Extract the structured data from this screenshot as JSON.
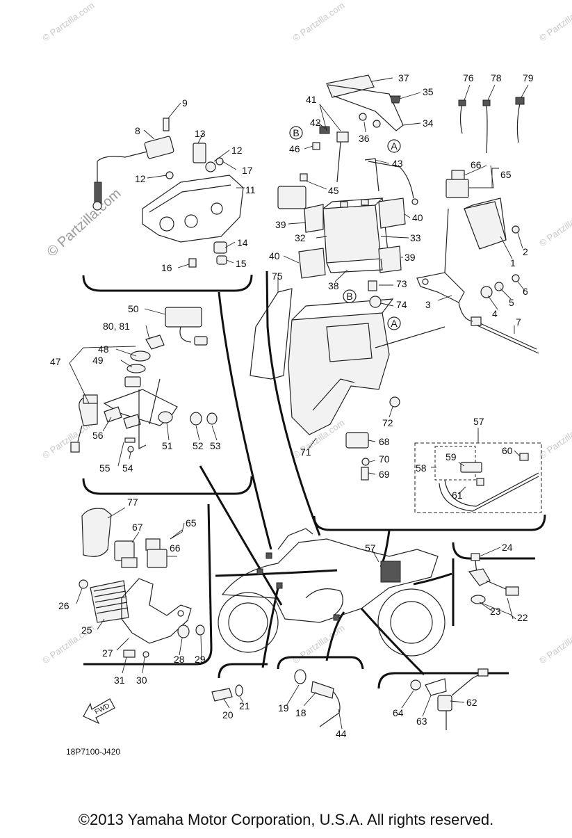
{
  "watermarks": {
    "site": "© Partzilla.com"
  },
  "diagram": {
    "drawing_code": "18P7100-J420",
    "fwd_label": "FWD",
    "copyright": "©2013  Yamaha Motor Corporation, U.S.A. All rights reserved.",
    "callouts": {
      "c1": "1",
      "c2": "2",
      "c3": "3",
      "c4": "4",
      "c5": "5",
      "c6": "6",
      "c7": "7",
      "c8": "8",
      "c9": "9",
      "c11": "11",
      "c12a": "12",
      "c12b": "12",
      "c13": "13",
      "c14": "14",
      "c15": "15",
      "c16": "16",
      "c17": "17",
      "c18": "18",
      "c19": "19",
      "c20": "20",
      "c21": "21",
      "c22": "22",
      "c23": "23",
      "c24": "24",
      "c25": "25",
      "c26": "26",
      "c27": "27",
      "c28": "28",
      "c29": "29",
      "c30": "30",
      "c31": "31",
      "c32": "32",
      "c33": "33",
      "c34": "34",
      "c35": "35",
      "c36": "36",
      "c37": "37",
      "c38": "38",
      "c39a": "39",
      "c39b": "39",
      "c40a": "40",
      "c40b": "40",
      "c41": "41",
      "c42": "42",
      "c43": "43",
      "c44": "44",
      "c45": "45",
      "c46": "46",
      "c47": "47",
      "c48": "48",
      "c49": "49",
      "c50": "50",
      "c51": "51",
      "c52": "52",
      "c53": "53",
      "c54": "54",
      "c55": "55",
      "c56": "56",
      "c57a": "57",
      "c57b": "57",
      "c58": "58",
      "c59": "59",
      "c60": "60",
      "c61": "61",
      "c62": "62",
      "c63": "63",
      "c64": "64",
      "c65a": "65",
      "c65b": "65",
      "c66a": "66",
      "c66b": "66",
      "c67": "67",
      "c68": "68",
      "c69": "69",
      "c70": "70",
      "c71": "71",
      "c72": "72",
      "c73": "73",
      "c74": "74",
      "c75": "75",
      "c76": "76",
      "c77": "77",
      "c78": "78",
      "c79": "79",
      "c8081": "80, 81"
    },
    "refs": {
      "A1": "A",
      "A2": "A",
      "B1": "B",
      "B2": "B"
    }
  }
}
